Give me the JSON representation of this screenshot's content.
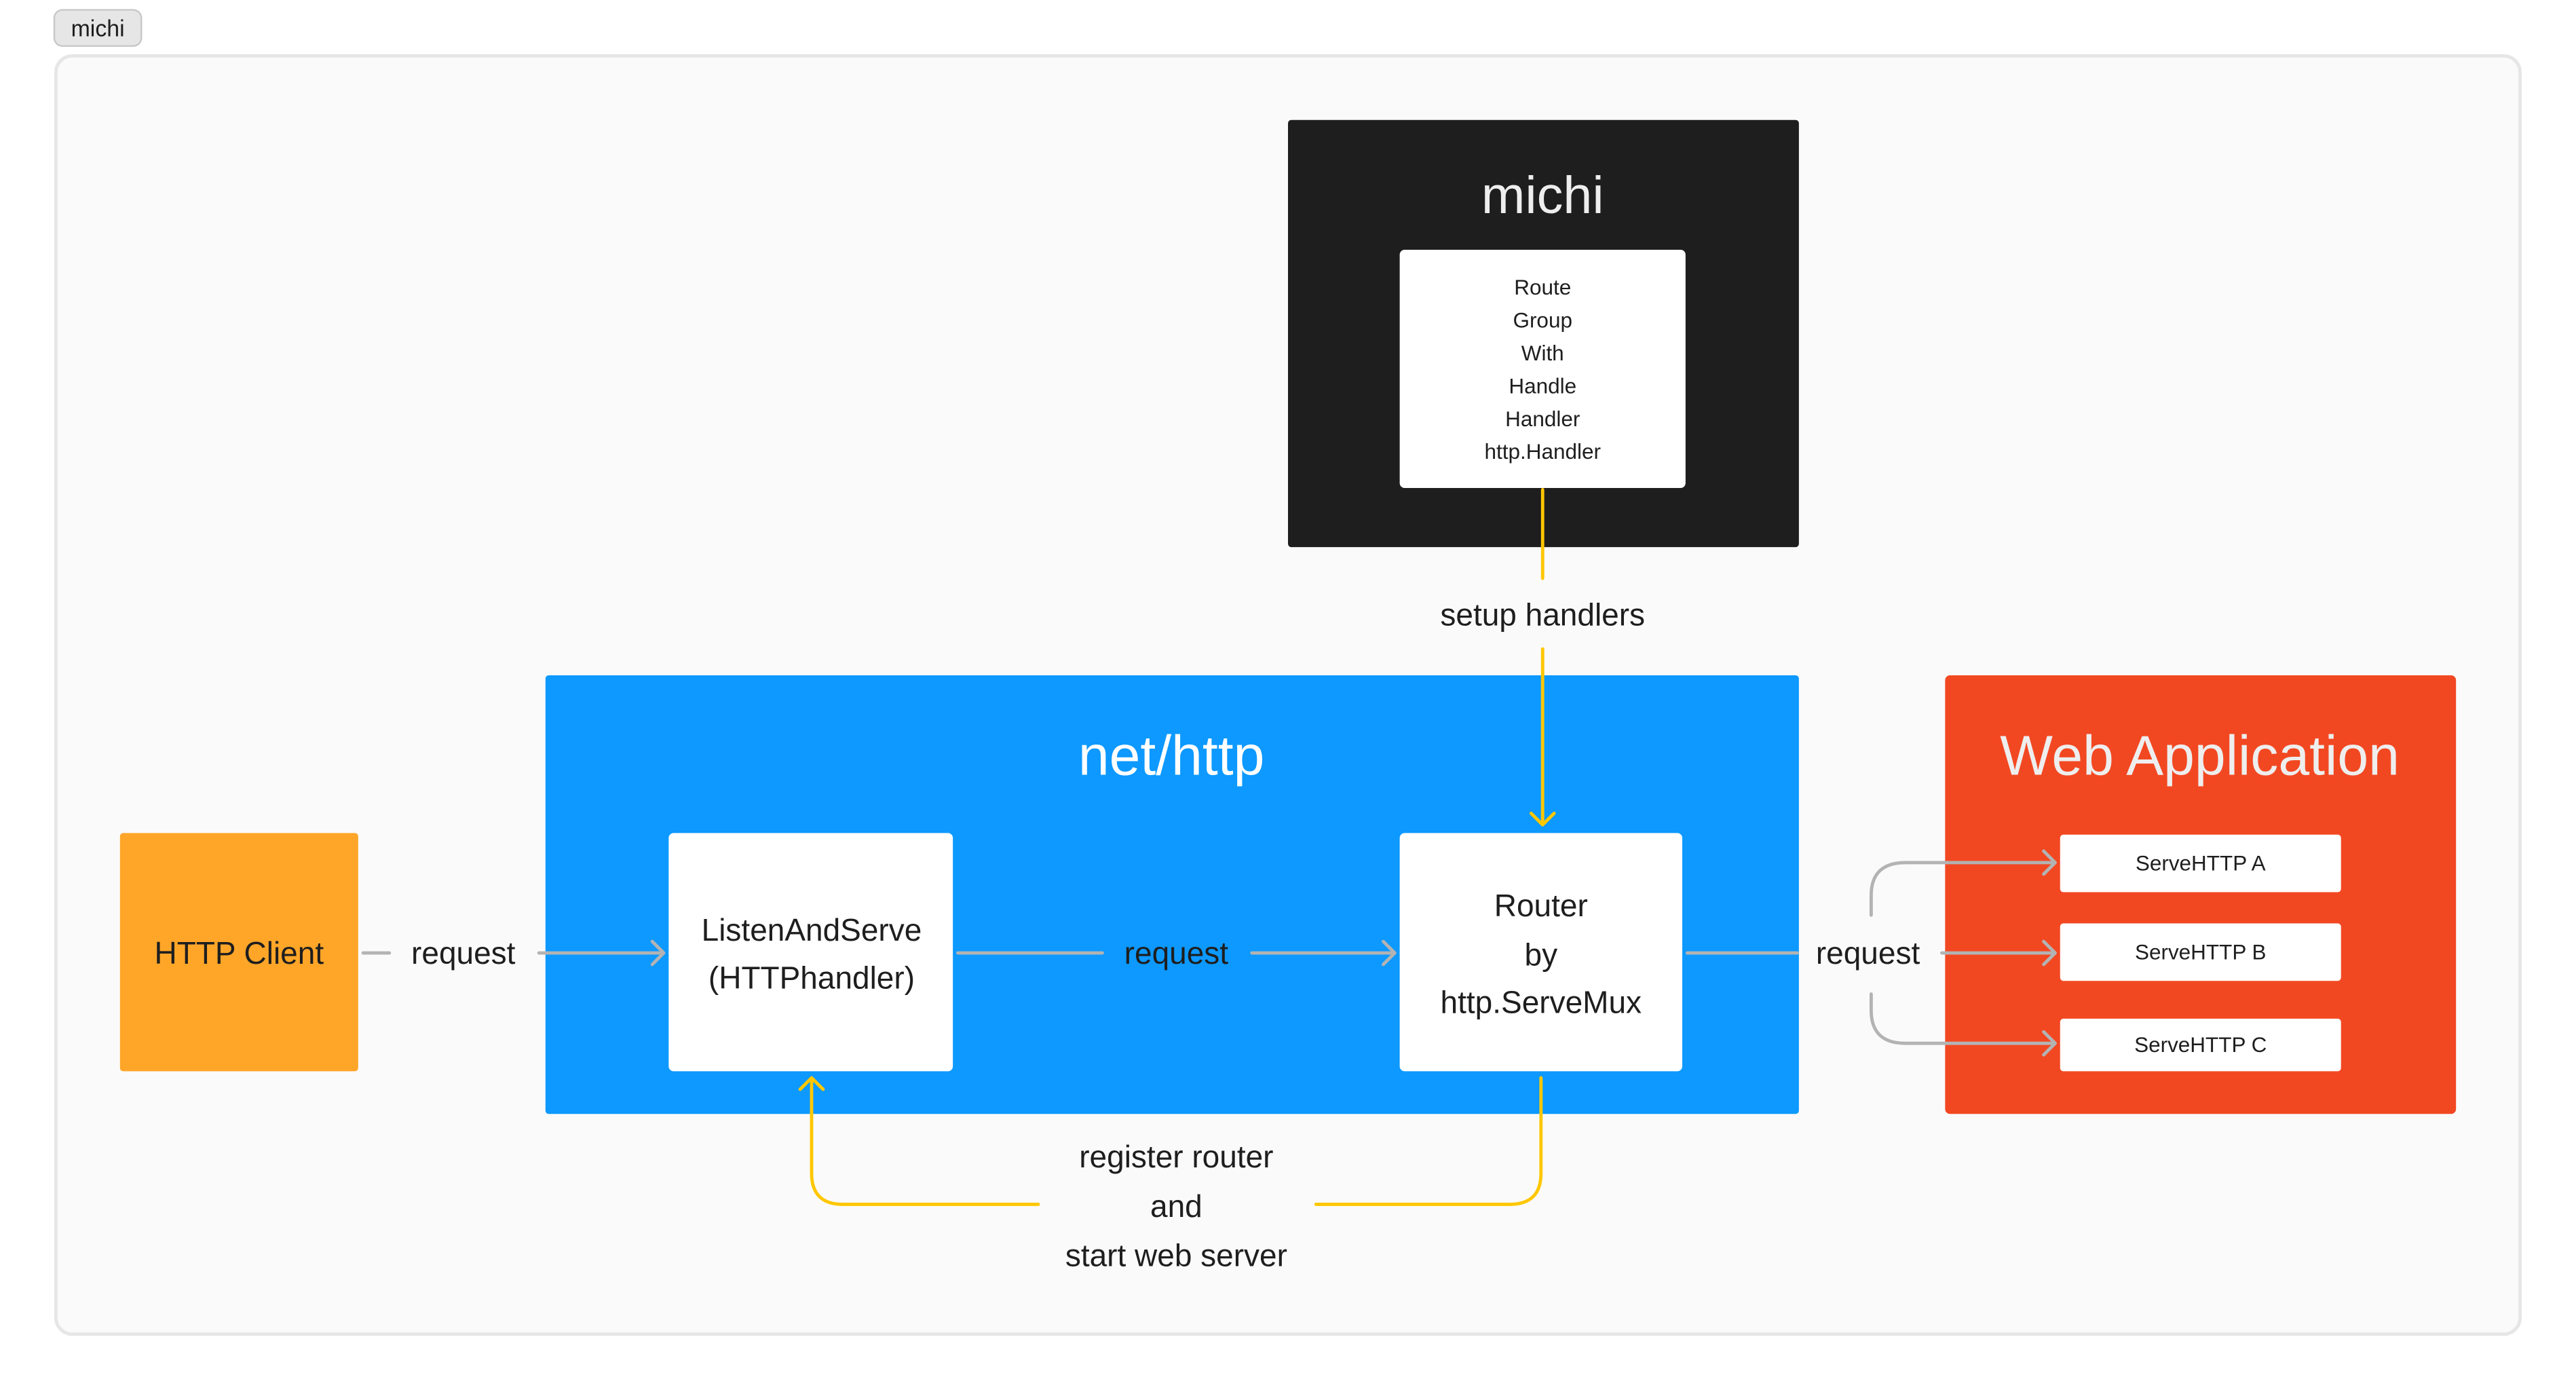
{
  "tab": {
    "label": "michi"
  },
  "colors": {
    "michi_box": "#1e1e1e",
    "net_http_box": "#0d99ff",
    "web_app_box": "#f24822",
    "http_client_box": "#ffa629",
    "setup_arrows": "#ffc700",
    "request_arrows": "#b3b3b3"
  },
  "michi": {
    "title": "michi",
    "api": [
      "Route",
      "Group",
      "With",
      "Handle",
      "Handler",
      "http.Handler"
    ]
  },
  "setup_label": "setup handlers",
  "net_http": {
    "title": "net/http",
    "listen": [
      "ListenAndServe",
      "(HTTPhandler)"
    ],
    "router": [
      "Router",
      "by",
      "http.ServeMux"
    ]
  },
  "http_client": {
    "label": "HTTP Client"
  },
  "web_app": {
    "title": "Web Application",
    "handlers": [
      "ServeHTTP A",
      "ServeHTTP B",
      "ServeHTTP C"
    ]
  },
  "request_labels": [
    "request",
    "request",
    "request"
  ],
  "register_label": [
    "register router",
    "and",
    "start web server"
  ]
}
